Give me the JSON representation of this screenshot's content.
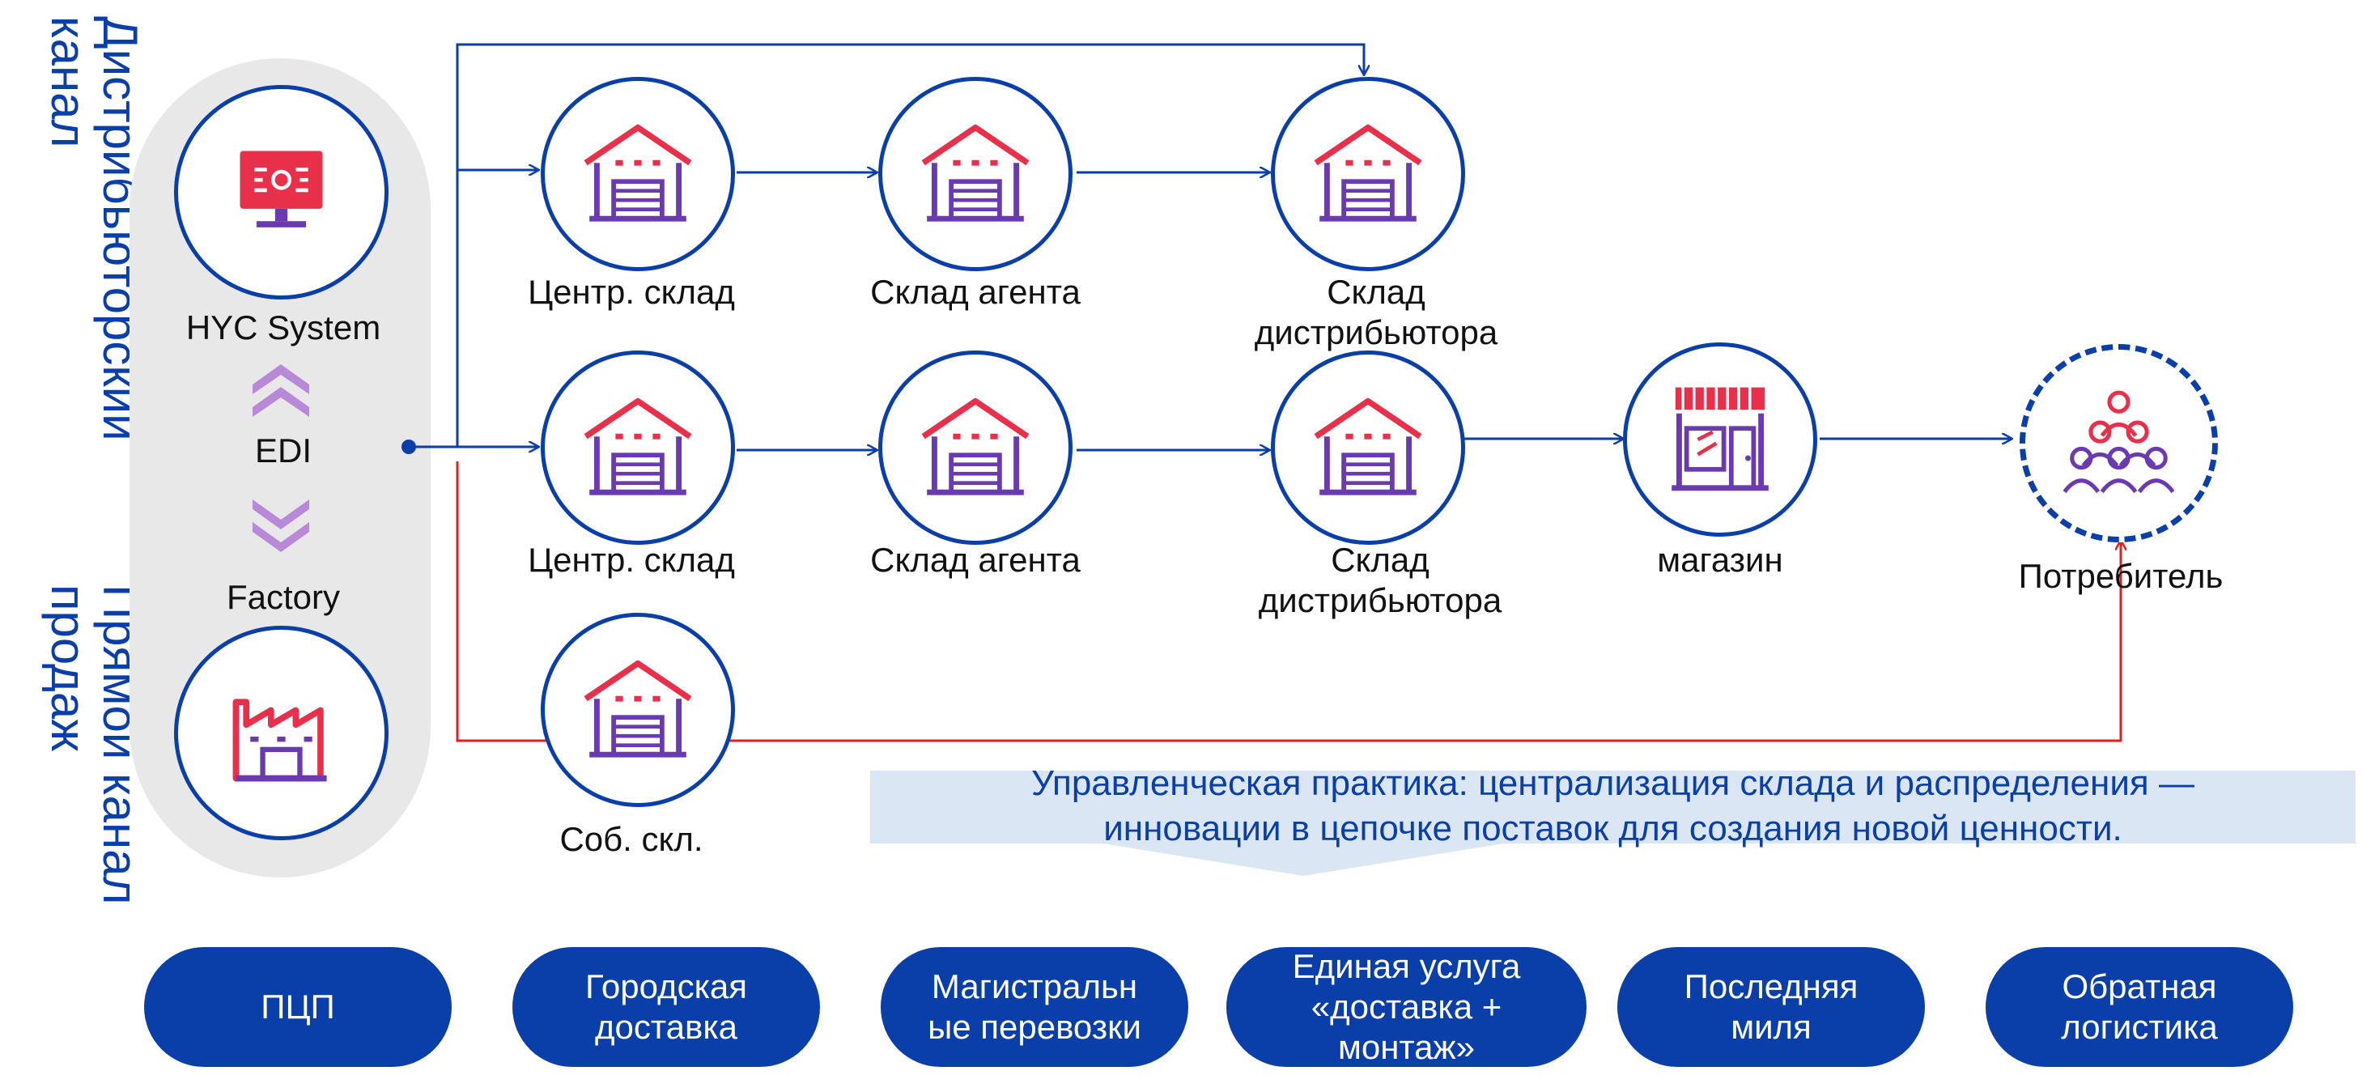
{
  "left_labels": {
    "distributor_channel": "Дистрибьюторский\nканал",
    "direct_channel": "Прямой канал\nпродаж"
  },
  "system": {
    "top_label": "HYC System",
    "middle_label": "EDI",
    "bottom_label": "Factory"
  },
  "row1": {
    "node1": "Центр. склад",
    "node2": "Склад агента",
    "node3": "Склад\nдистрибьютора"
  },
  "row2": {
    "node1": "Центр. склад",
    "node2": "Склад агента",
    "node3": "Склад\nдистрибьютора",
    "node4": "магазин",
    "node5": "Потребитель"
  },
  "row3": {
    "node1": "Соб. скл."
  },
  "banner": {
    "text": "Управленческая практика: централизация склада и распределения —\nинновации в цепочке поставок для создания новой ценности."
  },
  "services": [
    "ПЦП",
    "Городская\nдоставка",
    "Магистральн\nые перевозки",
    "Единая услуга\n«доставка +\nмонтаж»",
    "Последняя\nмиля",
    "Обратная\nлогистика"
  ],
  "colors": {
    "brand_blue": "#0a3ea8",
    "direct_line_red": "#e02020",
    "icon_red": "#e8304a",
    "icon_purple": "#6a3ab0",
    "panel_gray": "#e8e8e8",
    "banner_bg": "#dbe6f4"
  }
}
